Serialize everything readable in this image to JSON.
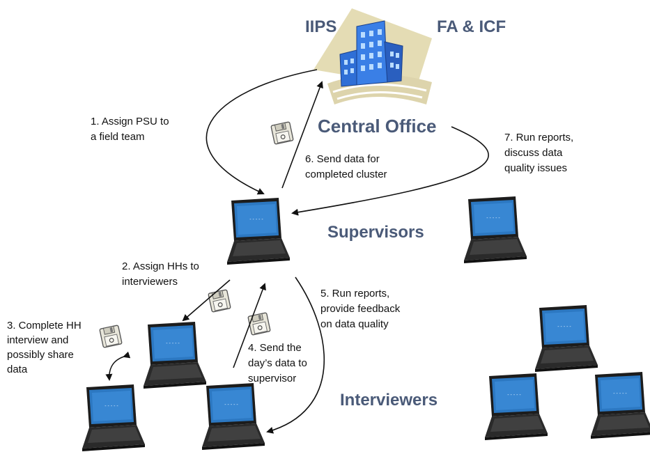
{
  "header": {
    "left_label": "IIPS",
    "right_label": "FA & ICF"
  },
  "nodes": {
    "central_office": "Central Office",
    "supervisors": "Supervisors",
    "interviewers": "Interviewers"
  },
  "steps": {
    "s1": [
      "1. Assign PSU to",
      "a field team"
    ],
    "s2": [
      "2. Assign HHs to",
      "interviewers"
    ],
    "s3": [
      "3. Complete HH",
      "interview and",
      "possibly share",
      "data"
    ],
    "s4": [
      "4. Send the",
      "day’s data to",
      "supervisor"
    ],
    "s5": [
      "5. Run reports,",
      "provide feedback",
      "on data quality"
    ],
    "s6": [
      "6. Send data for",
      "completed cluster"
    ],
    "s7": [
      "7. Run reports,",
      "discuss data",
      "quality issues"
    ]
  },
  "colors": {
    "heading": "#4a5a78",
    "building": "#2f6fd6",
    "disk": "#e8e6da"
  }
}
